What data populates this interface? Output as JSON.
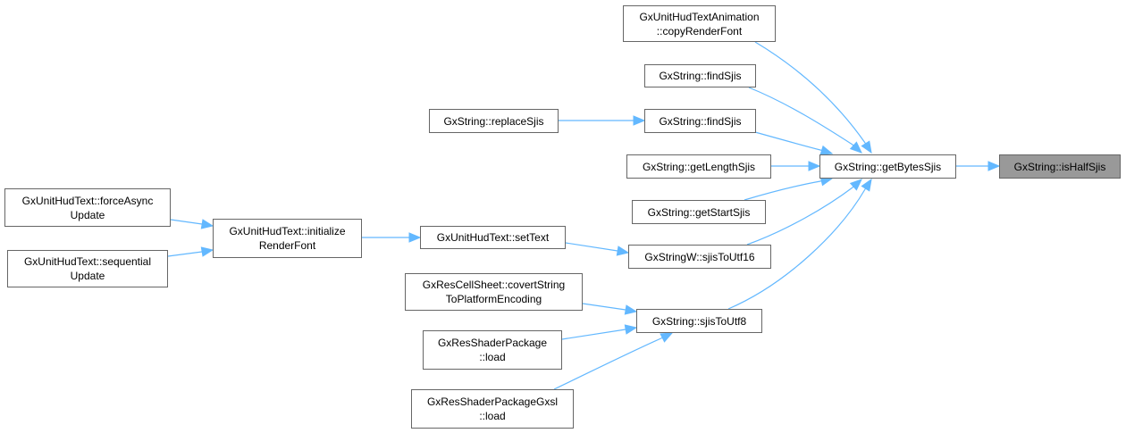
{
  "graph": {
    "title": "Caller graph of GxString::isHalfSjis",
    "edge_color": "#63b8ff",
    "node_border_color": "#666666",
    "current_node_fill": "#999999",
    "nodes": [
      {
        "id": "isHalfSjis",
        "lines": [
          "GxString::isHalfSjis"
        ],
        "current": true
      },
      {
        "id": "getBytesSjis",
        "lines": [
          "GxString::getBytesSjis"
        ]
      },
      {
        "id": "copyRenderFont",
        "lines": [
          "GxUnitHudTextAnimation",
          "::copyRenderFont"
        ]
      },
      {
        "id": "findSjis1",
        "lines": [
          "GxString::findSjis"
        ]
      },
      {
        "id": "replaceSjis",
        "lines": [
          "GxString::replaceSjis"
        ]
      },
      {
        "id": "findSjis2",
        "lines": [
          "GxString::findSjis"
        ]
      },
      {
        "id": "getLengthSjis",
        "lines": [
          "GxString::getLengthSjis"
        ]
      },
      {
        "id": "getStartSjis",
        "lines": [
          "GxString::getStartSjis"
        ]
      },
      {
        "id": "forceAsyncUpdate",
        "lines": [
          "GxUnitHudText::forceAsync",
          "Update"
        ]
      },
      {
        "id": "initializeRenderFont",
        "lines": [
          "GxUnitHudText::initialize",
          "RenderFont"
        ]
      },
      {
        "id": "sequentialUpdate",
        "lines": [
          "GxUnitHudText::sequential",
          "Update"
        ]
      },
      {
        "id": "setText",
        "lines": [
          "GxUnitHudText::setText"
        ]
      },
      {
        "id": "sjisToUtf16",
        "lines": [
          "GxStringW::sjisToUtf16"
        ]
      },
      {
        "id": "covertString",
        "lines": [
          "GxResCellSheet::covertString",
          "ToPlatformEncoding"
        ]
      },
      {
        "id": "sjisToUtf8",
        "lines": [
          "GxString::sjisToUtf8"
        ]
      },
      {
        "id": "shaderLoad",
        "lines": [
          "GxResShaderPackage",
          "::load"
        ]
      },
      {
        "id": "shaderGxslLoad",
        "lines": [
          "GxResShaderPackageGxsl",
          "::load"
        ]
      }
    ],
    "edges": [
      {
        "from": "getBytesSjis",
        "to": "isHalfSjis"
      },
      {
        "from": "copyRenderFont",
        "to": "getBytesSjis"
      },
      {
        "from": "findSjis1",
        "to": "getBytesSjis"
      },
      {
        "from": "findSjis2",
        "to": "getBytesSjis"
      },
      {
        "from": "getLengthSjis",
        "to": "getBytesSjis"
      },
      {
        "from": "getStartSjis",
        "to": "getBytesSjis"
      },
      {
        "from": "sjisToUtf16",
        "to": "getBytesSjis"
      },
      {
        "from": "sjisToUtf8",
        "to": "getBytesSjis"
      },
      {
        "from": "replaceSjis",
        "to": "findSjis2"
      },
      {
        "from": "forceAsyncUpdate",
        "to": "initializeRenderFont"
      },
      {
        "from": "sequentialUpdate",
        "to": "initializeRenderFont"
      },
      {
        "from": "initializeRenderFont",
        "to": "setText"
      },
      {
        "from": "setText",
        "to": "sjisToUtf16"
      },
      {
        "from": "covertString",
        "to": "sjisToUtf8"
      },
      {
        "from": "shaderLoad",
        "to": "sjisToUtf8"
      },
      {
        "from": "shaderGxslLoad",
        "to": "sjisToUtf8"
      }
    ]
  }
}
